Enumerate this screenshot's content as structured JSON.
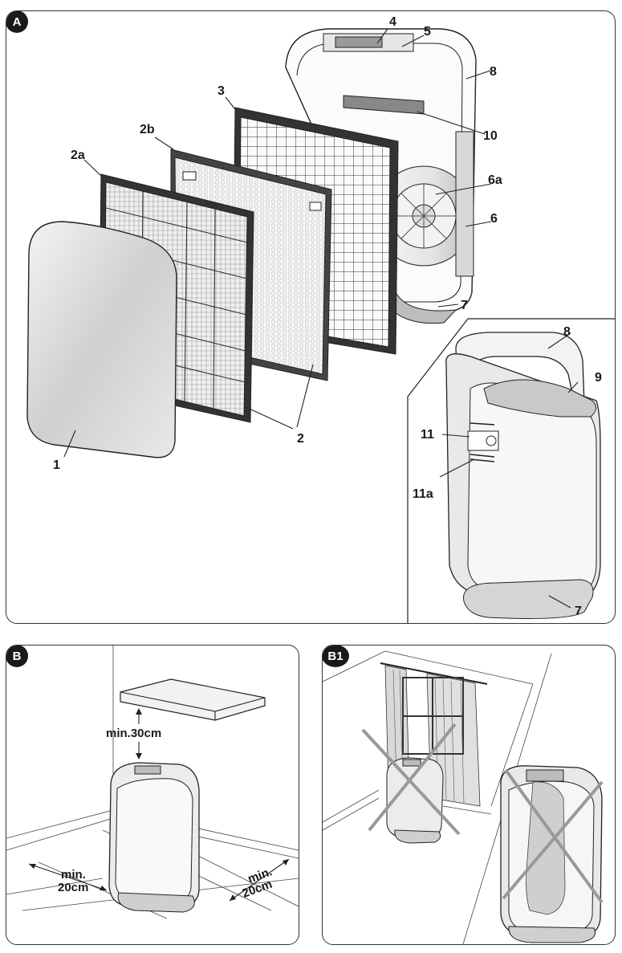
{
  "panels": {
    "a": {
      "badge": "A"
    },
    "b": {
      "badge": "B"
    },
    "b1": {
      "badge": "B1"
    }
  },
  "callouts": {
    "c1": "1",
    "c2": "2",
    "c2a": "2a",
    "c2b": "2b",
    "c3": "3",
    "c4": "4",
    "c5": "5",
    "c6": "6",
    "c6a": "6a",
    "c7": "7",
    "c8": "8",
    "c10": "10",
    "c8b": "8",
    "c9": "9",
    "c11": "11",
    "c11a": "11a",
    "c7b": "7"
  },
  "clearance": {
    "top_label": "min.30cm",
    "left_min": "min.",
    "left_val": "20cm",
    "right_min": "min.",
    "right_val": "20cm"
  },
  "colors": {
    "outline": "#222222",
    "badge": "#1a1a1a",
    "cross": "#999999"
  }
}
